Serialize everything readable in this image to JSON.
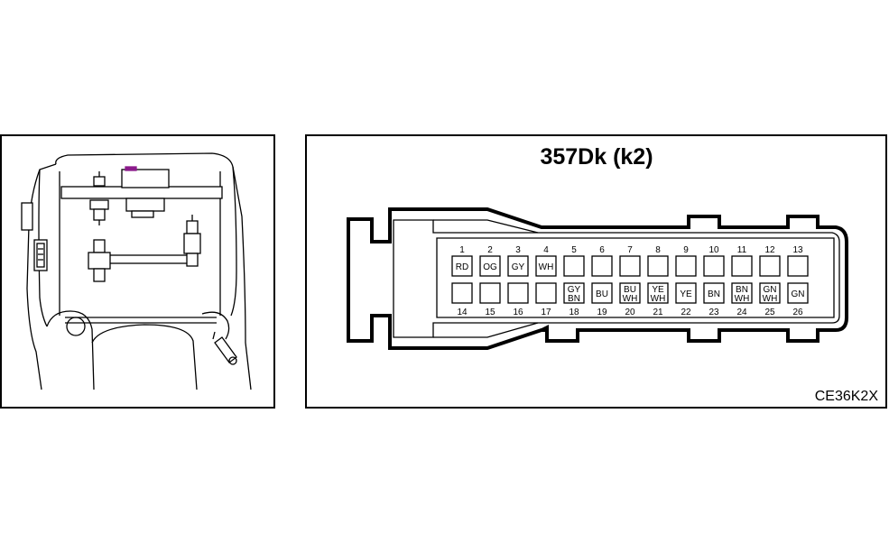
{
  "connector": {
    "title": "357Dk (k2)",
    "reference_code": "CE36K2X",
    "pins_top": [
      {
        "num": "1",
        "color": [
          "RD"
        ]
      },
      {
        "num": "2",
        "color": [
          "OG"
        ]
      },
      {
        "num": "3",
        "color": [
          "GY"
        ]
      },
      {
        "num": "4",
        "color": [
          "WH"
        ]
      },
      {
        "num": "5",
        "color": []
      },
      {
        "num": "6",
        "color": []
      },
      {
        "num": "7",
        "color": []
      },
      {
        "num": "8",
        "color": []
      },
      {
        "num": "9",
        "color": []
      },
      {
        "num": "10",
        "color": []
      },
      {
        "num": "11",
        "color": []
      },
      {
        "num": "12",
        "color": []
      },
      {
        "num": "13",
        "color": []
      }
    ],
    "pins_bottom": [
      {
        "num": "14",
        "color": []
      },
      {
        "num": "15",
        "color": []
      },
      {
        "num": "16",
        "color": []
      },
      {
        "num": "17",
        "color": []
      },
      {
        "num": "18",
        "color": [
          "GY",
          "BN"
        ]
      },
      {
        "num": "19",
        "color": [
          "BU"
        ]
      },
      {
        "num": "20",
        "color": [
          "BU",
          "WH"
        ]
      },
      {
        "num": "21",
        "color": [
          "YE",
          "WH"
        ]
      },
      {
        "num": "22",
        "color": [
          "YE"
        ]
      },
      {
        "num": "23",
        "color": [
          "BN"
        ]
      },
      {
        "num": "24",
        "color": [
          "BN",
          "WH"
        ]
      },
      {
        "num": "25",
        "color": [
          "GN",
          "WH"
        ]
      },
      {
        "num": "26",
        "color": [
          "GN"
        ]
      }
    ]
  },
  "colors": {
    "line": "#000000",
    "background": "#ffffff",
    "highlight_connector": "#8b1a8b"
  }
}
